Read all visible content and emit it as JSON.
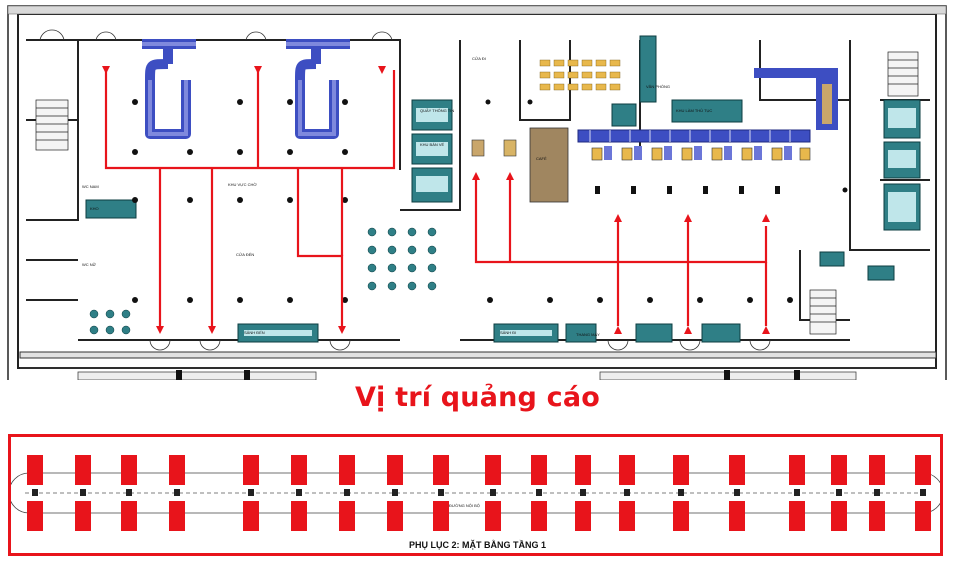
{
  "title": "Vị trí quảng cáo",
  "caption": "PHỤ LỤC 2: MẶT BẰNG TẦNG 1",
  "colors": {
    "accent": "#e8141b",
    "teal": "#2f7f86",
    "belt": "#3d4ec2"
  },
  "floor_labels": [
    "KHU VỰC CHỜ",
    "CỬA ĐẾN",
    "CỬA ĐI",
    "KHU LÀM THỦ TỤC",
    "QUẦY THÔNG TIN",
    "KHU BÁN VÉ",
    "CAFÉ",
    "WC NAM",
    "WC NỮ",
    "VĂN PHÒNG",
    "KHO",
    "THANG MÁY",
    "SẢNH ĐẾN",
    "SẢNH ĐI"
  ],
  "strip_label": "ĐƯỜNG NỘI BỘ"
}
